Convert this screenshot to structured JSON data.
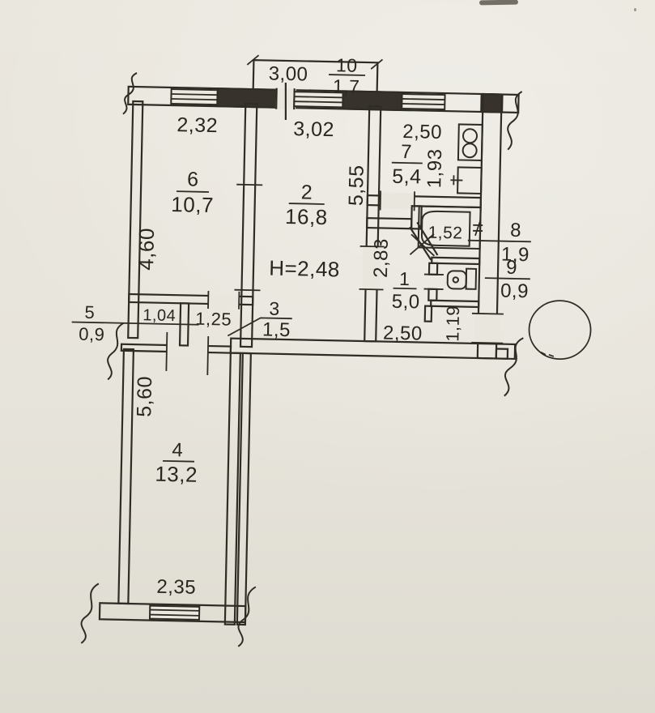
{
  "plan": {
    "ceiling_height": "H=2,48",
    "balcony": {
      "number": "10",
      "area": "1,7",
      "width": "3,00"
    },
    "room6": {
      "number": "6",
      "area": "10,7",
      "width": "2,32",
      "depth": "4,60"
    },
    "room2": {
      "number": "2",
      "area": "16,8",
      "width": "3,02",
      "depth": "5,55"
    },
    "room7": {
      "number": "7",
      "area": "5,4",
      "width": "2,50",
      "depth": "1,93"
    },
    "room8": {
      "number": "8",
      "area": "1,9",
      "tub_length": "1,52"
    },
    "room9": {
      "number": "9",
      "area": "0,9"
    },
    "room1": {
      "number": "1",
      "area": "5,0",
      "depth": "2,83",
      "width": "2,50",
      "entry_depth": "1,19"
    },
    "room3": {
      "number": "3",
      "area": "1,5",
      "width": "1,25"
    },
    "room5": {
      "number": "5",
      "area": "0,9",
      "width": "1,04"
    },
    "room4": {
      "number": "4",
      "area": "13,2",
      "depth": "5,60",
      "window_width": "2,35"
    }
  },
  "colors": {
    "ink": "#2f2c26",
    "paper": "#e8e5dc"
  }
}
